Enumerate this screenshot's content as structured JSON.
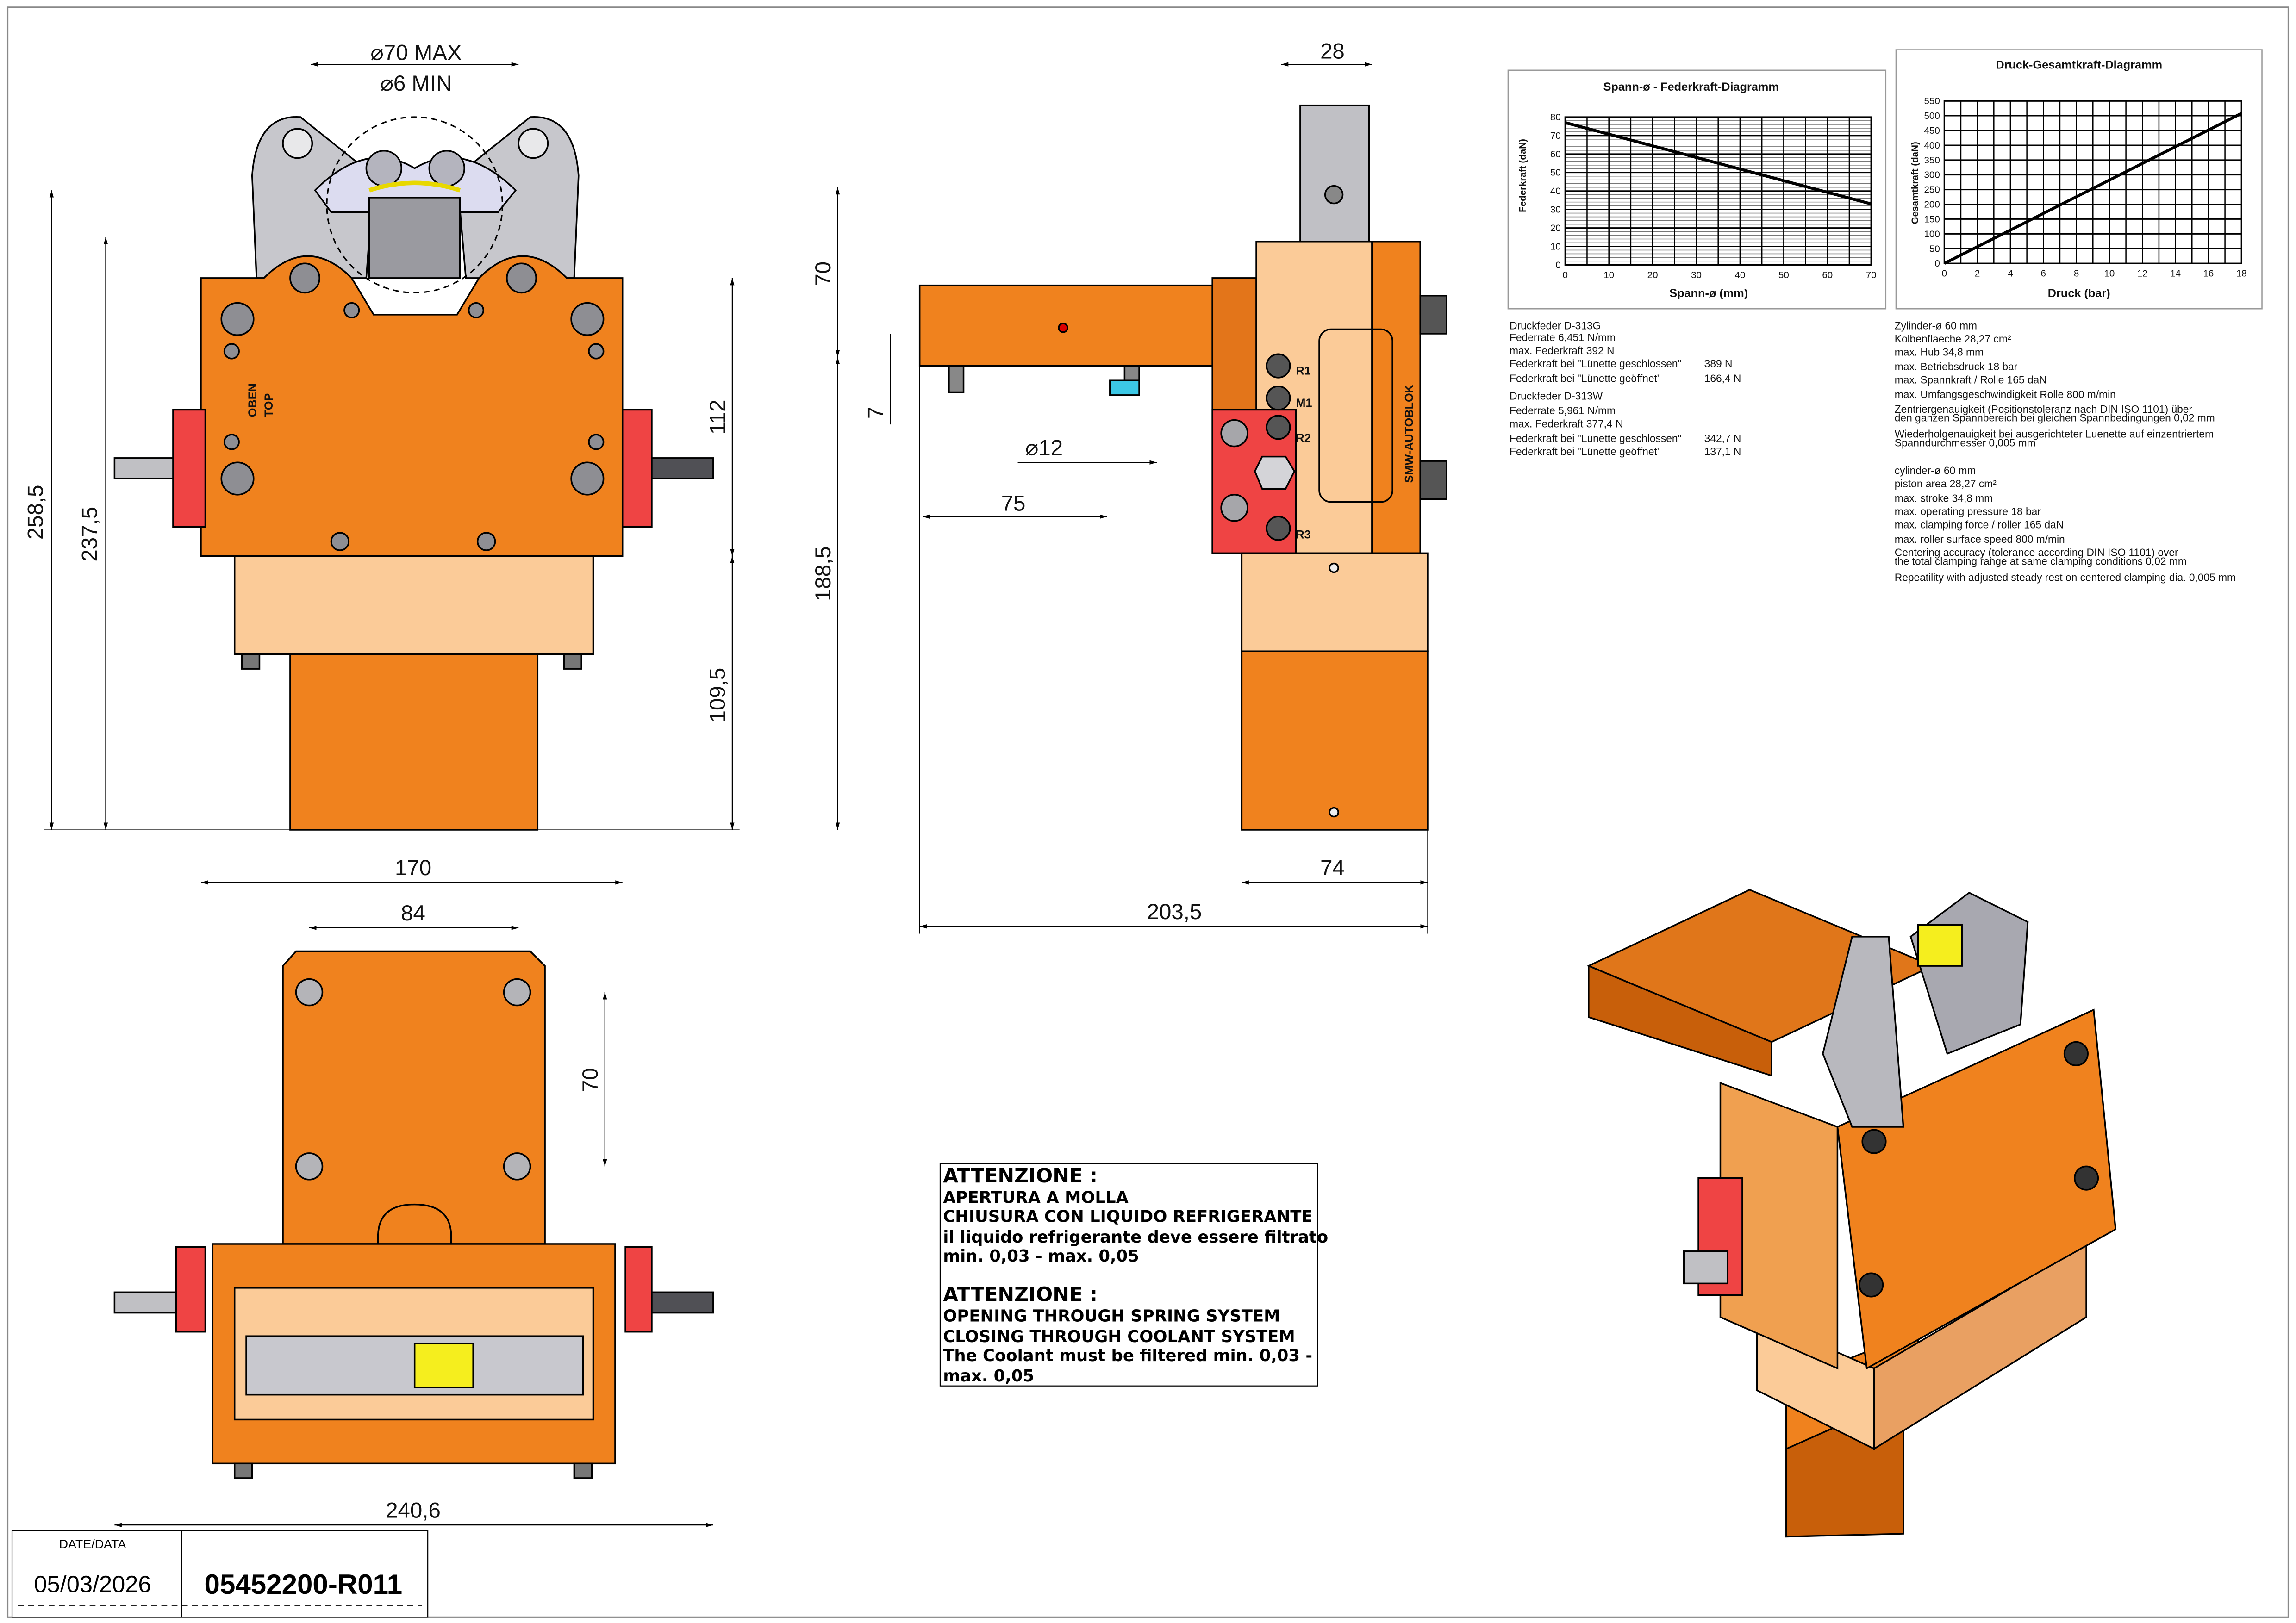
{
  "title_block": {
    "date_label": "DATE/DATA",
    "date": "05/03/2026",
    "drawing_number": "05452200-R011"
  },
  "front_view": {
    "dim_max": "⌀70 MAX",
    "dim_min": "⌀6 MIN",
    "dim_total_height": "258,5",
    "dim_body_height": "237,5",
    "dim_upper": "112",
    "dim_lower": "109,5",
    "dim_width": "170",
    "label_oben": "OBEN",
    "label_top": "TOP"
  },
  "side_view": {
    "dim_28": "28",
    "dim_70": "70",
    "dim_7": "7",
    "dim_d12": "⌀12",
    "dim_75": "75",
    "dim_188": "188,5",
    "dim_74": "74",
    "dim_203": "203,5",
    "brand": "SMW-AUTOBLOK",
    "ports": [
      "R1",
      "M1",
      "R2",
      "R3"
    ]
  },
  "bottom_view": {
    "dim_84": "84",
    "dim_70": "70",
    "dim_240": "240,6"
  },
  "warning": {
    "it_heading": "ATTENZIONE :",
    "it_lines": [
      "APERTURA A MOLLA",
      "CHIUSURA CON LIQUIDO REFRIGERANTE",
      "il liquido refrigerante deve essere filtrato",
      "min. 0,03 - max. 0,05"
    ],
    "en_heading": "ATTENZIONE :",
    "en_lines": [
      "OPENING THROUGH SPRING SYSTEM",
      "CLOSING THROUGH COOLANT SYSTEM",
      "The Coolant must be filtered min. 0,03 -",
      "max. 0,05"
    ]
  },
  "spring_specs": {
    "g": {
      "name": "Druckfeder D-313G",
      "rate": "Federrate 6,451 N/mm",
      "max": "max. Federkraft 392 N",
      "closed_label": "Federkraft bei \"Lünette geschlossen\"",
      "closed_value": "389 N",
      "open_label": "Federkraft bei \"Lünette geöffnet\"",
      "open_value": "166,4 N"
    },
    "w": {
      "name": "Druckfeder D-313W",
      "rate": "Federrate 5,961 N/mm",
      "max": "max. Federkraft 377,4 N",
      "closed_label": "Federkraft bei \"Lünette geschlossen\"",
      "closed_value": "342,7 N",
      "open_label": "Federkraft bei \"Lünette geöffnet\"",
      "open_value": "137,1 N"
    }
  },
  "cylinder_specs": {
    "de": [
      "Zylinder-ø 60 mm",
      "Kolbenflaeche 28,27 cm²",
      "max. Hub 34,8 mm",
      "max. Betriebsdruck 18 bar",
      "max. Spannkraft / Rolle 165 daN",
      "max. Umfangsgeschwindigkeit Rolle 800 m/min",
      "Zentriergenauigkeit (Positionstoleranz nach DIN ISO 1101) über",
      "den ganzen Spannbereich bei gleichen Spannbedingungen 0,02 mm",
      "Wiederholgenauigkeit bei ausgerichteter Luenette auf einzentriertem",
      "Spanndurchmesser 0,005 mm"
    ],
    "en": [
      "cylinder-ø 60 mm",
      "piston area 28,27 cm²",
      "max. stroke 34,8 mm",
      "max. operating pressure 18 bar",
      "max. clamping force / roller 165 daN",
      "max. roller surface speed 800 m/min",
      "Centering accuracy (tolerance according DIN ISO 1101) over",
      "the total clamping range at same clamping conditions 0,02 mm",
      "Repeatility with adjusted steady rest on centered clamping dia. 0,005 mm"
    ]
  },
  "colors": {
    "orange": "#F0821E",
    "dark_orange": "#C85F0A",
    "peach": "#FBCB98",
    "steel": "#B9B9BE",
    "red": "#EF4444",
    "yellow": "#F5EE1E"
  },
  "chart_data": [
    {
      "type": "line",
      "title": "Spann-ø - Federkraft-Diagramm",
      "xlabel": "Spann-ø (mm)",
      "ylabel": "Federkraft (daN)",
      "xlim": [
        0,
        70
      ],
      "ylim": [
        0,
        80
      ],
      "xticks": [
        0,
        10,
        20,
        30,
        40,
        50,
        60,
        70
      ],
      "yticks": [
        0,
        10,
        20,
        30,
        40,
        50,
        60,
        70,
        80
      ],
      "grid": true,
      "series": [
        {
          "name": "Federkraft",
          "x": [
            0,
            70
          ],
          "y": [
            77,
            33
          ]
        }
      ]
    },
    {
      "type": "line",
      "title": "Druck-Gesamtkraft-Diagramm",
      "xlabel": "Druck (bar)",
      "ylabel": "Gesamtkraft (daN)",
      "xlim": [
        0,
        18
      ],
      "ylim": [
        0,
        550
      ],
      "xticks": [
        0,
        2,
        4,
        6,
        8,
        10,
        12,
        14,
        16,
        18
      ],
      "yticks": [
        0,
        50,
        100,
        150,
        200,
        250,
        300,
        350,
        400,
        450,
        500,
        550
      ],
      "grid": true,
      "series": [
        {
          "name": "Gesamtkraft",
          "x": [
            0,
            18
          ],
          "y": [
            0,
            508
          ]
        }
      ]
    }
  ]
}
